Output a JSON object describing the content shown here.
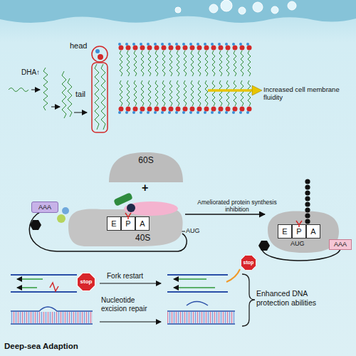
{
  "diagram": {
    "nodes": [
      {
        "text": [
          "60S"
        ]
      },
      {
        "text": [
          "AAA"
        ]
      },
      {
        "text": [
          "40S"
        ]
      },
      {
        "text": [
          "E"
        ],
        "in": 2
      },
      {
        "text": [
          "P"
        ],
        "in": 2
      },
      {
        "text": [
          "A"
        ],
        "in": 2
      },
      {
        "text": [
          "AUG"
        ]
      },
      {
        "text": [
          "E"
        ],
        "in": 6
      },
      {
        "text": [
          "P"
        ],
        "in": 6
      },
      {
        "text": [
          "A"
        ],
        "in": 6
      },
      {
        "text": [
          "AAA"
        ]
      },
      {
        "text": [
          "stop"
        ]
      },
      {
        "text": [
          "stop"
        ]
      }
    ],
    "edges": [
      {
        "from": 2,
        "to": 6,
        "arrow": "to",
        "label": "Ameliorated protein synthesis inhibition"
      }
    ],
    "labels": [
      "DHA↑",
      "head",
      "tail",
      "Increased cell membrane fluidity",
      "+",
      "AUG",
      "Fork restart",
      "Nucleotide excision repair",
      "Enhanced DNA protection abilities",
      "Deep-sea Adaption"
    ]
  }
}
